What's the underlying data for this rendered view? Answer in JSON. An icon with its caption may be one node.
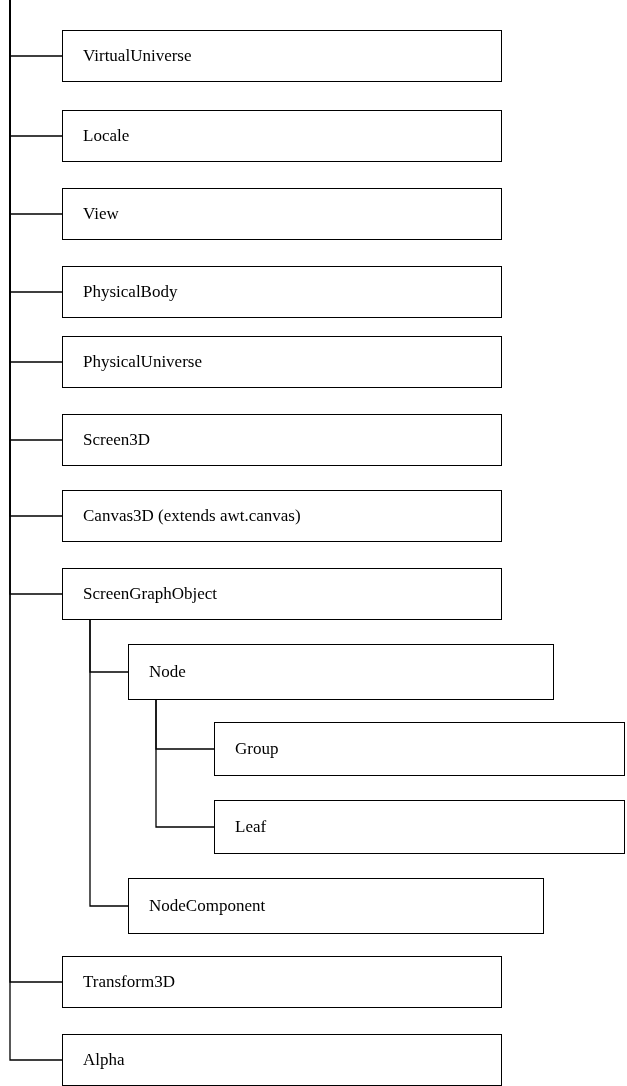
{
  "diagram": {
    "nodes": [
      {
        "text": [
          "VirtualUniverse"
        ]
      },
      {
        "text": [
          "Locale"
        ]
      },
      {
        "text": [
          "View"
        ]
      },
      {
        "text": [
          "PhysicalBody"
        ]
      },
      {
        "text": [
          "PhysicalUniverse"
        ]
      },
      {
        "text": [
          "Screen3D"
        ]
      },
      {
        "text": [
          "Canvas3D (extends awt.canvas)"
        ]
      },
      {
        "text": [
          "ScreenGraphObject"
        ]
      },
      {
        "text": [
          "Node"
        ]
      },
      {
        "text": [
          "Group"
        ]
      },
      {
        "text": [
          "Leaf"
        ]
      },
      {
        "text": [
          "NodeComponent"
        ]
      },
      {
        "text": [
          "Transform3D"
        ]
      },
      {
        "text": [
          "Alpha"
        ]
      }
    ],
    "edges": [
      {
        "from": null,
        "to": 0,
        "arrow": "none"
      },
      {
        "from": null,
        "to": 1,
        "arrow": "none"
      },
      {
        "from": null,
        "to": 2,
        "arrow": "none"
      },
      {
        "from": null,
        "to": 3,
        "arrow": "none"
      },
      {
        "from": null,
        "to": 4,
        "arrow": "none"
      },
      {
        "from": null,
        "to": 5,
        "arrow": "none"
      },
      {
        "from": null,
        "to": 6,
        "arrow": "none"
      },
      {
        "from": null,
        "to": 7,
        "arrow": "none"
      },
      {
        "from": 7,
        "to": 8,
        "arrow": "none"
      },
      {
        "from": 8,
        "to": 9,
        "arrow": "none"
      },
      {
        "from": 8,
        "to": 10,
        "arrow": "none"
      },
      {
        "from": 7,
        "to": 11,
        "arrow": "none"
      },
      {
        "from": null,
        "to": 12,
        "arrow": "none"
      },
      {
        "from": null,
        "to": 13,
        "arrow": "none"
      }
    ]
  }
}
